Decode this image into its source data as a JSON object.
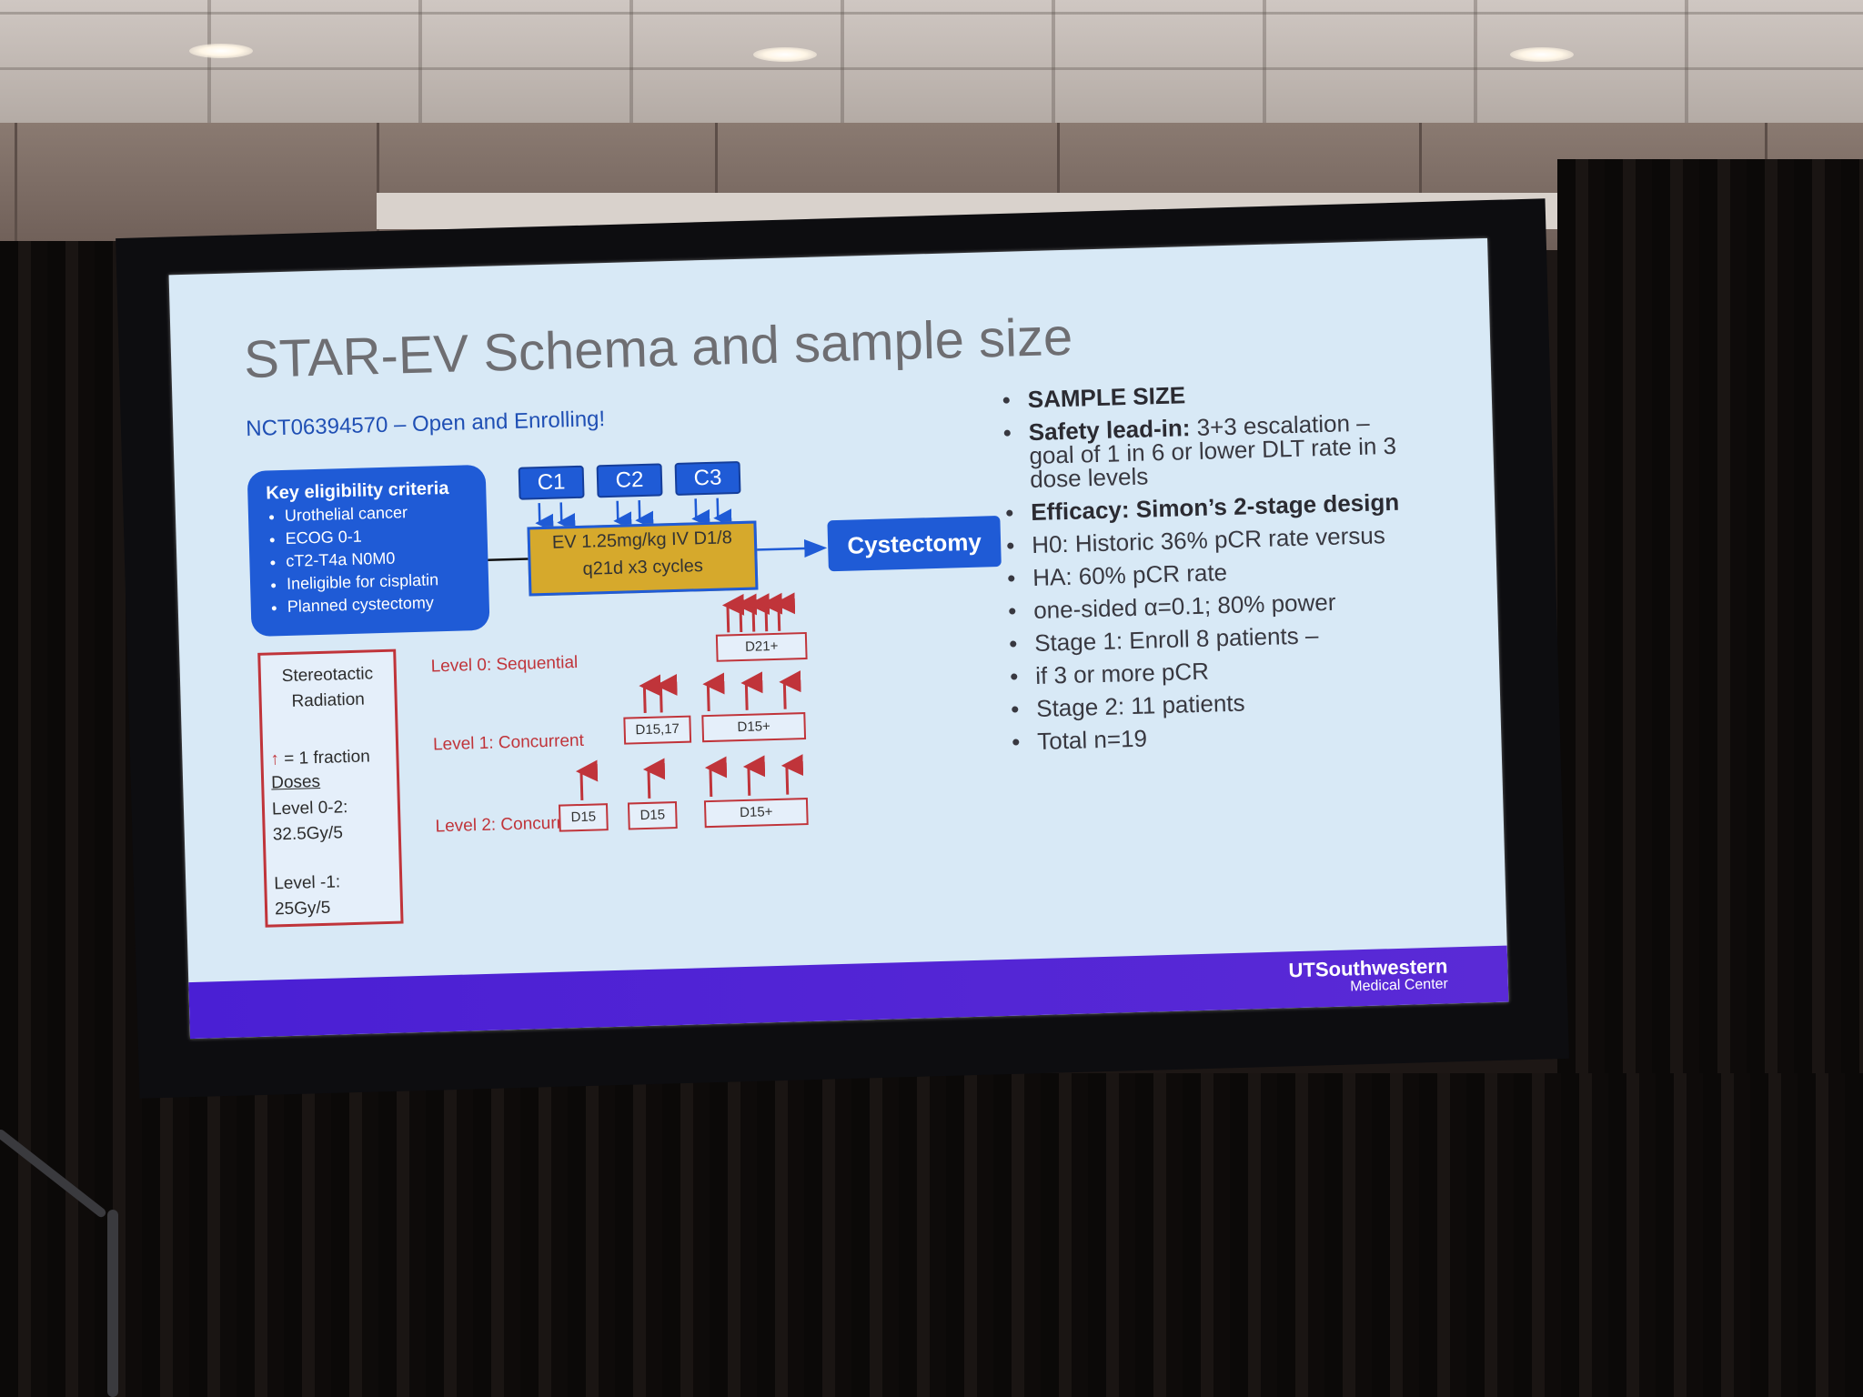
{
  "slide": {
    "title": "STAR-EV Schema and sample size",
    "subtitle": "NCT06394570 – Open and Enrolling!",
    "eligibility": {
      "title": "Key eligibility criteria",
      "items": [
        "Urothelial cancer",
        "ECOG 0-1",
        "cT2-T4a N0M0",
        "Ineligible for cisplatin",
        "Planned cystectomy"
      ]
    },
    "cycles": [
      "C1",
      "C2",
      "C3"
    ],
    "ev_line1": "EV 1.25mg/kg IV D1/8",
    "ev_line2": "q21d x3 cycles",
    "cystectomy": "Cystectomy",
    "srs": {
      "title_line1": "Stereotactic",
      "title_line2": "Radiation",
      "fraction_arrow": "↑",
      "fraction_text": " = 1 fraction",
      "doses_label": "Doses",
      "level02_line1": "Level 0-2:",
      "level02_line2": "32.5Gy/5",
      "level1_line1": "Level -1:",
      "level1_line2": "25Gy/5"
    },
    "levels": {
      "level0": "Level 0: Sequential",
      "level1": "Level 1: Concurrent",
      "level2": "Level 2: Concurrent"
    },
    "day_boxes": {
      "l0_d21": "D21+",
      "l1_d1517": "D15,17",
      "l1_d15plus": "D15+",
      "l2_d15a": "D15",
      "l2_d15b": "D15",
      "l2_d15plus": "D15+"
    },
    "bullets": {
      "b1_bold": "SAMPLE SIZE",
      "b2_bold": "Safety lead-in:",
      "b2_text": " 3+3 escalation – goal of 1 in 6 or lower DLT rate in 3 dose levels",
      "b3_bold": "Efficacy: Simon’s 2-stage design",
      "b4": "H0: Historic 36% pCR rate versus",
      "b5": "HA: 60% pCR rate",
      "b6": "one-sided α=0.1; 80% power",
      "b7": "Stage 1: Enroll 8 patients –",
      "b8": "if 3 or more pCR",
      "b9": "Stage 2: 11 patients",
      "b10": "Total n=19"
    },
    "brand_name": "UTSouthwestern",
    "brand_sub": "Medical Center"
  },
  "colors": {
    "slide_bg": "#d8e9f6",
    "accent_blue": "#1f5bd6",
    "radiation_red": "#c0343a",
    "ev_gold": "#d6a92c",
    "footer_purple": "#4a1fd4"
  }
}
